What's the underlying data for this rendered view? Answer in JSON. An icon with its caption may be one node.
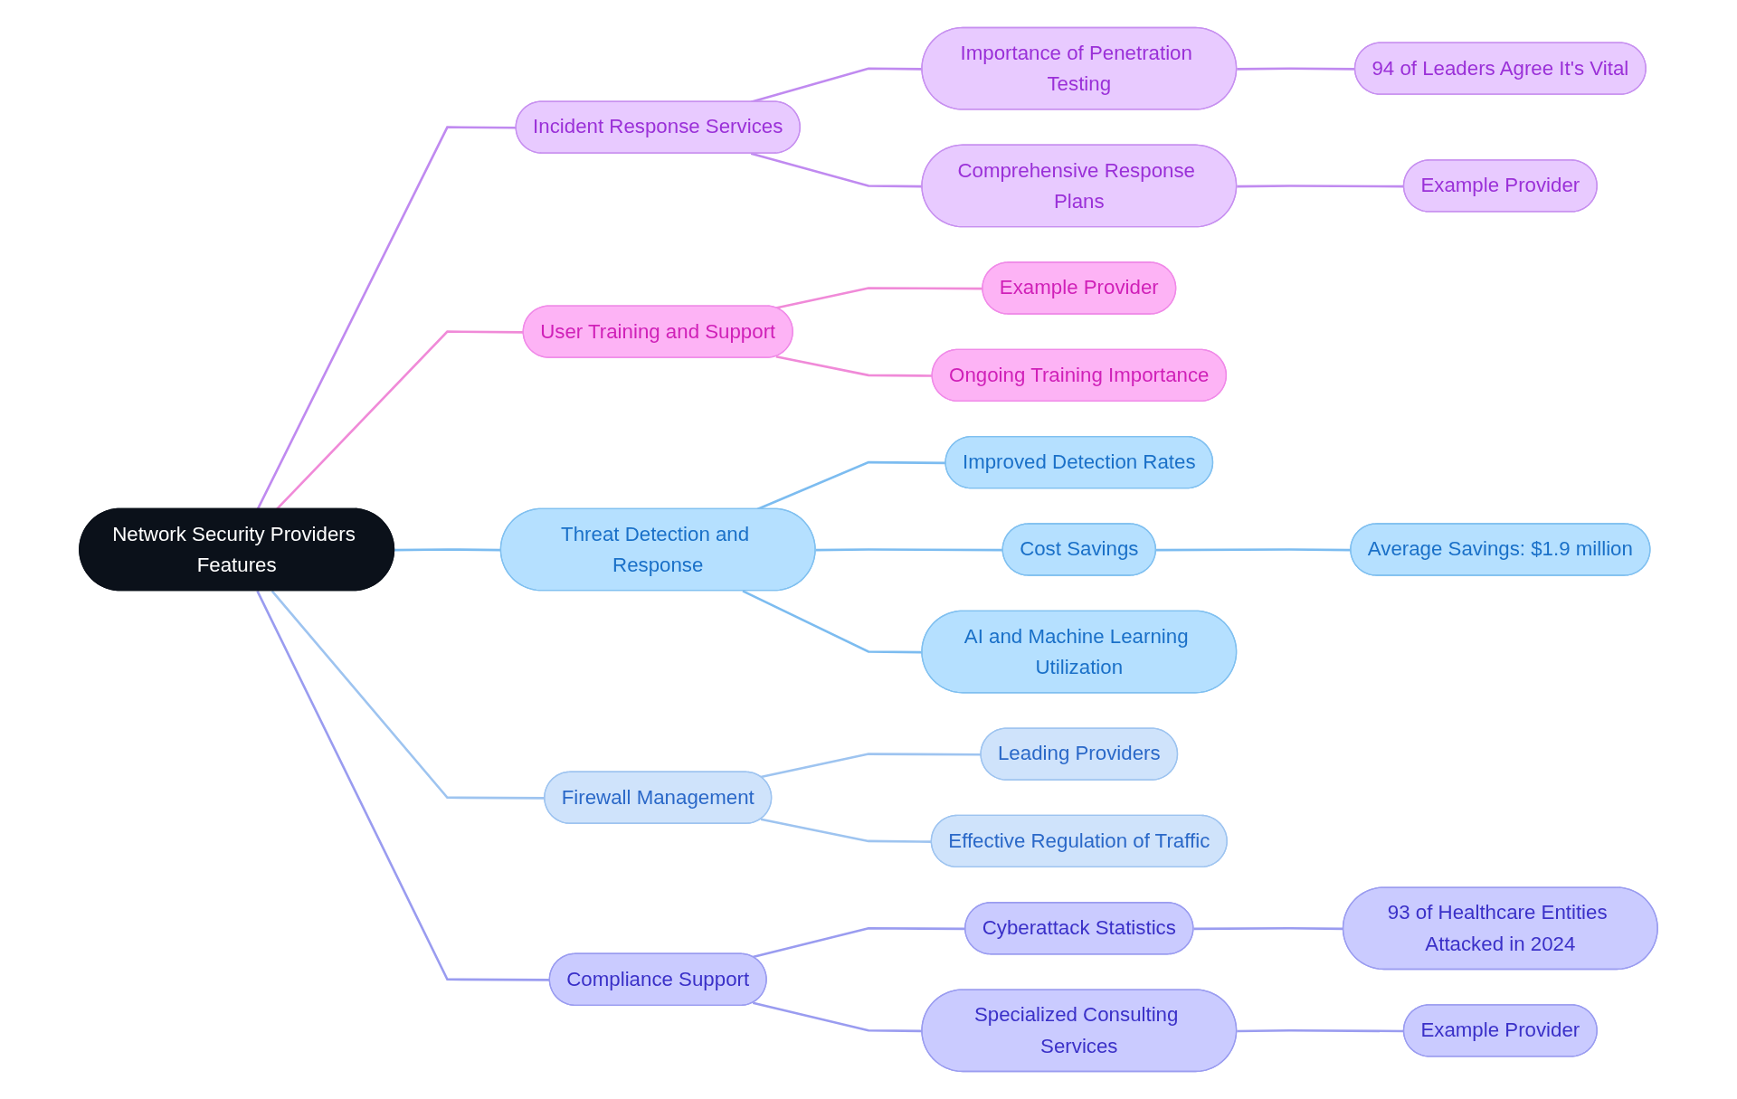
{
  "diagram": {
    "nodes": [
      {
        "text": [
          "Network Security Providers Features"
        ]
      },
      {
        "text": [
          "Incident Response Services"
        ]
      },
      {
        "text": [
          "Importance of Penetration Testing"
        ]
      },
      {
        "text": [
          "94 of Leaders Agree It's Vital"
        ]
      },
      {
        "text": [
          "Comprehensive Response Plans"
        ]
      },
      {
        "text": [
          "Example Provider"
        ]
      },
      {
        "text": [
          "User Training and Support"
        ]
      },
      {
        "text": [
          "Example Provider"
        ]
      },
      {
        "text": [
          "Ongoing Training Importance"
        ]
      },
      {
        "text": [
          "Threat Detection and Response"
        ]
      },
      {
        "text": [
          "Improved Detection Rates"
        ]
      },
      {
        "text": [
          "Cost Savings"
        ]
      },
      {
        "text": [
          "Average Savings: $1.9 million"
        ]
      },
      {
        "text": [
          "AI and Machine Learning Utilization"
        ]
      },
      {
        "text": [
          "Firewall Management"
        ]
      },
      {
        "text": [
          "Leading Providers"
        ]
      },
      {
        "text": [
          "Effective Regulation of Traffic"
        ]
      },
      {
        "text": [
          "Compliance Support"
        ]
      },
      {
        "text": [
          "Cyberattack Statistics"
        ]
      },
      {
        "text": [
          "93 of Healthcare Entities Attacked in 2024"
        ]
      },
      {
        "text": [
          "Specialized Consulting Services"
        ]
      },
      {
        "text": [
          "Example Provider"
        ]
      }
    ],
    "edges": [
      {
        "from": 0,
        "to": 1,
        "arrow": "none",
        "color": "#c08af0"
      },
      {
        "from": 1,
        "to": 2,
        "arrow": "none",
        "color": "#c08af0"
      },
      {
        "from": 2,
        "to": 3,
        "arrow": "none",
        "color": "#c08af0"
      },
      {
        "from": 1,
        "to": 4,
        "arrow": "none",
        "color": "#c08af0"
      },
      {
        "from": 4,
        "to": 5,
        "arrow": "none",
        "color": "#c08af0"
      },
      {
        "from": 0,
        "to": 6,
        "arrow": "none",
        "color": "#f08ad8"
      },
      {
        "from": 6,
        "to": 7,
        "arrow": "none",
        "color": "#f08ad8"
      },
      {
        "from": 6,
        "to": 8,
        "arrow": "none",
        "color": "#f08ad8"
      },
      {
        "from": 0,
        "to": 9,
        "arrow": "none",
        "color": "#7cbcf0"
      },
      {
        "from": 9,
        "to": 10,
        "arrow": "none",
        "color": "#7cbcf0"
      },
      {
        "from": 9,
        "to": 11,
        "arrow": "none",
        "color": "#7cbcf0"
      },
      {
        "from": 11,
        "to": 12,
        "arrow": "none",
        "color": "#7cbcf0"
      },
      {
        "from": 9,
        "to": 13,
        "arrow": "none",
        "color": "#7cbcf0"
      },
      {
        "from": 0,
        "to": 14,
        "arrow": "none",
        "color": "#9ec4f0"
      },
      {
        "from": 14,
        "to": 15,
        "arrow": "none",
        "color": "#9ec4f0"
      },
      {
        "from": 14,
        "to": 16,
        "arrow": "none",
        "color": "#9ec4f0"
      },
      {
        "from": 0,
        "to": 17,
        "arrow": "none",
        "color": "#9a9cf0"
      },
      {
        "from": 17,
        "to": 18,
        "arrow": "none",
        "color": "#9a9cf0"
      },
      {
        "from": 18,
        "to": 19,
        "arrow": "none",
        "color": "#9a9cf0"
      },
      {
        "from": 17,
        "to": 20,
        "arrow": "none",
        "color": "#9a9cf0"
      },
      {
        "from": 20,
        "to": 21,
        "arrow": "none",
        "color": "#9a9cf0"
      }
    ]
  }
}
